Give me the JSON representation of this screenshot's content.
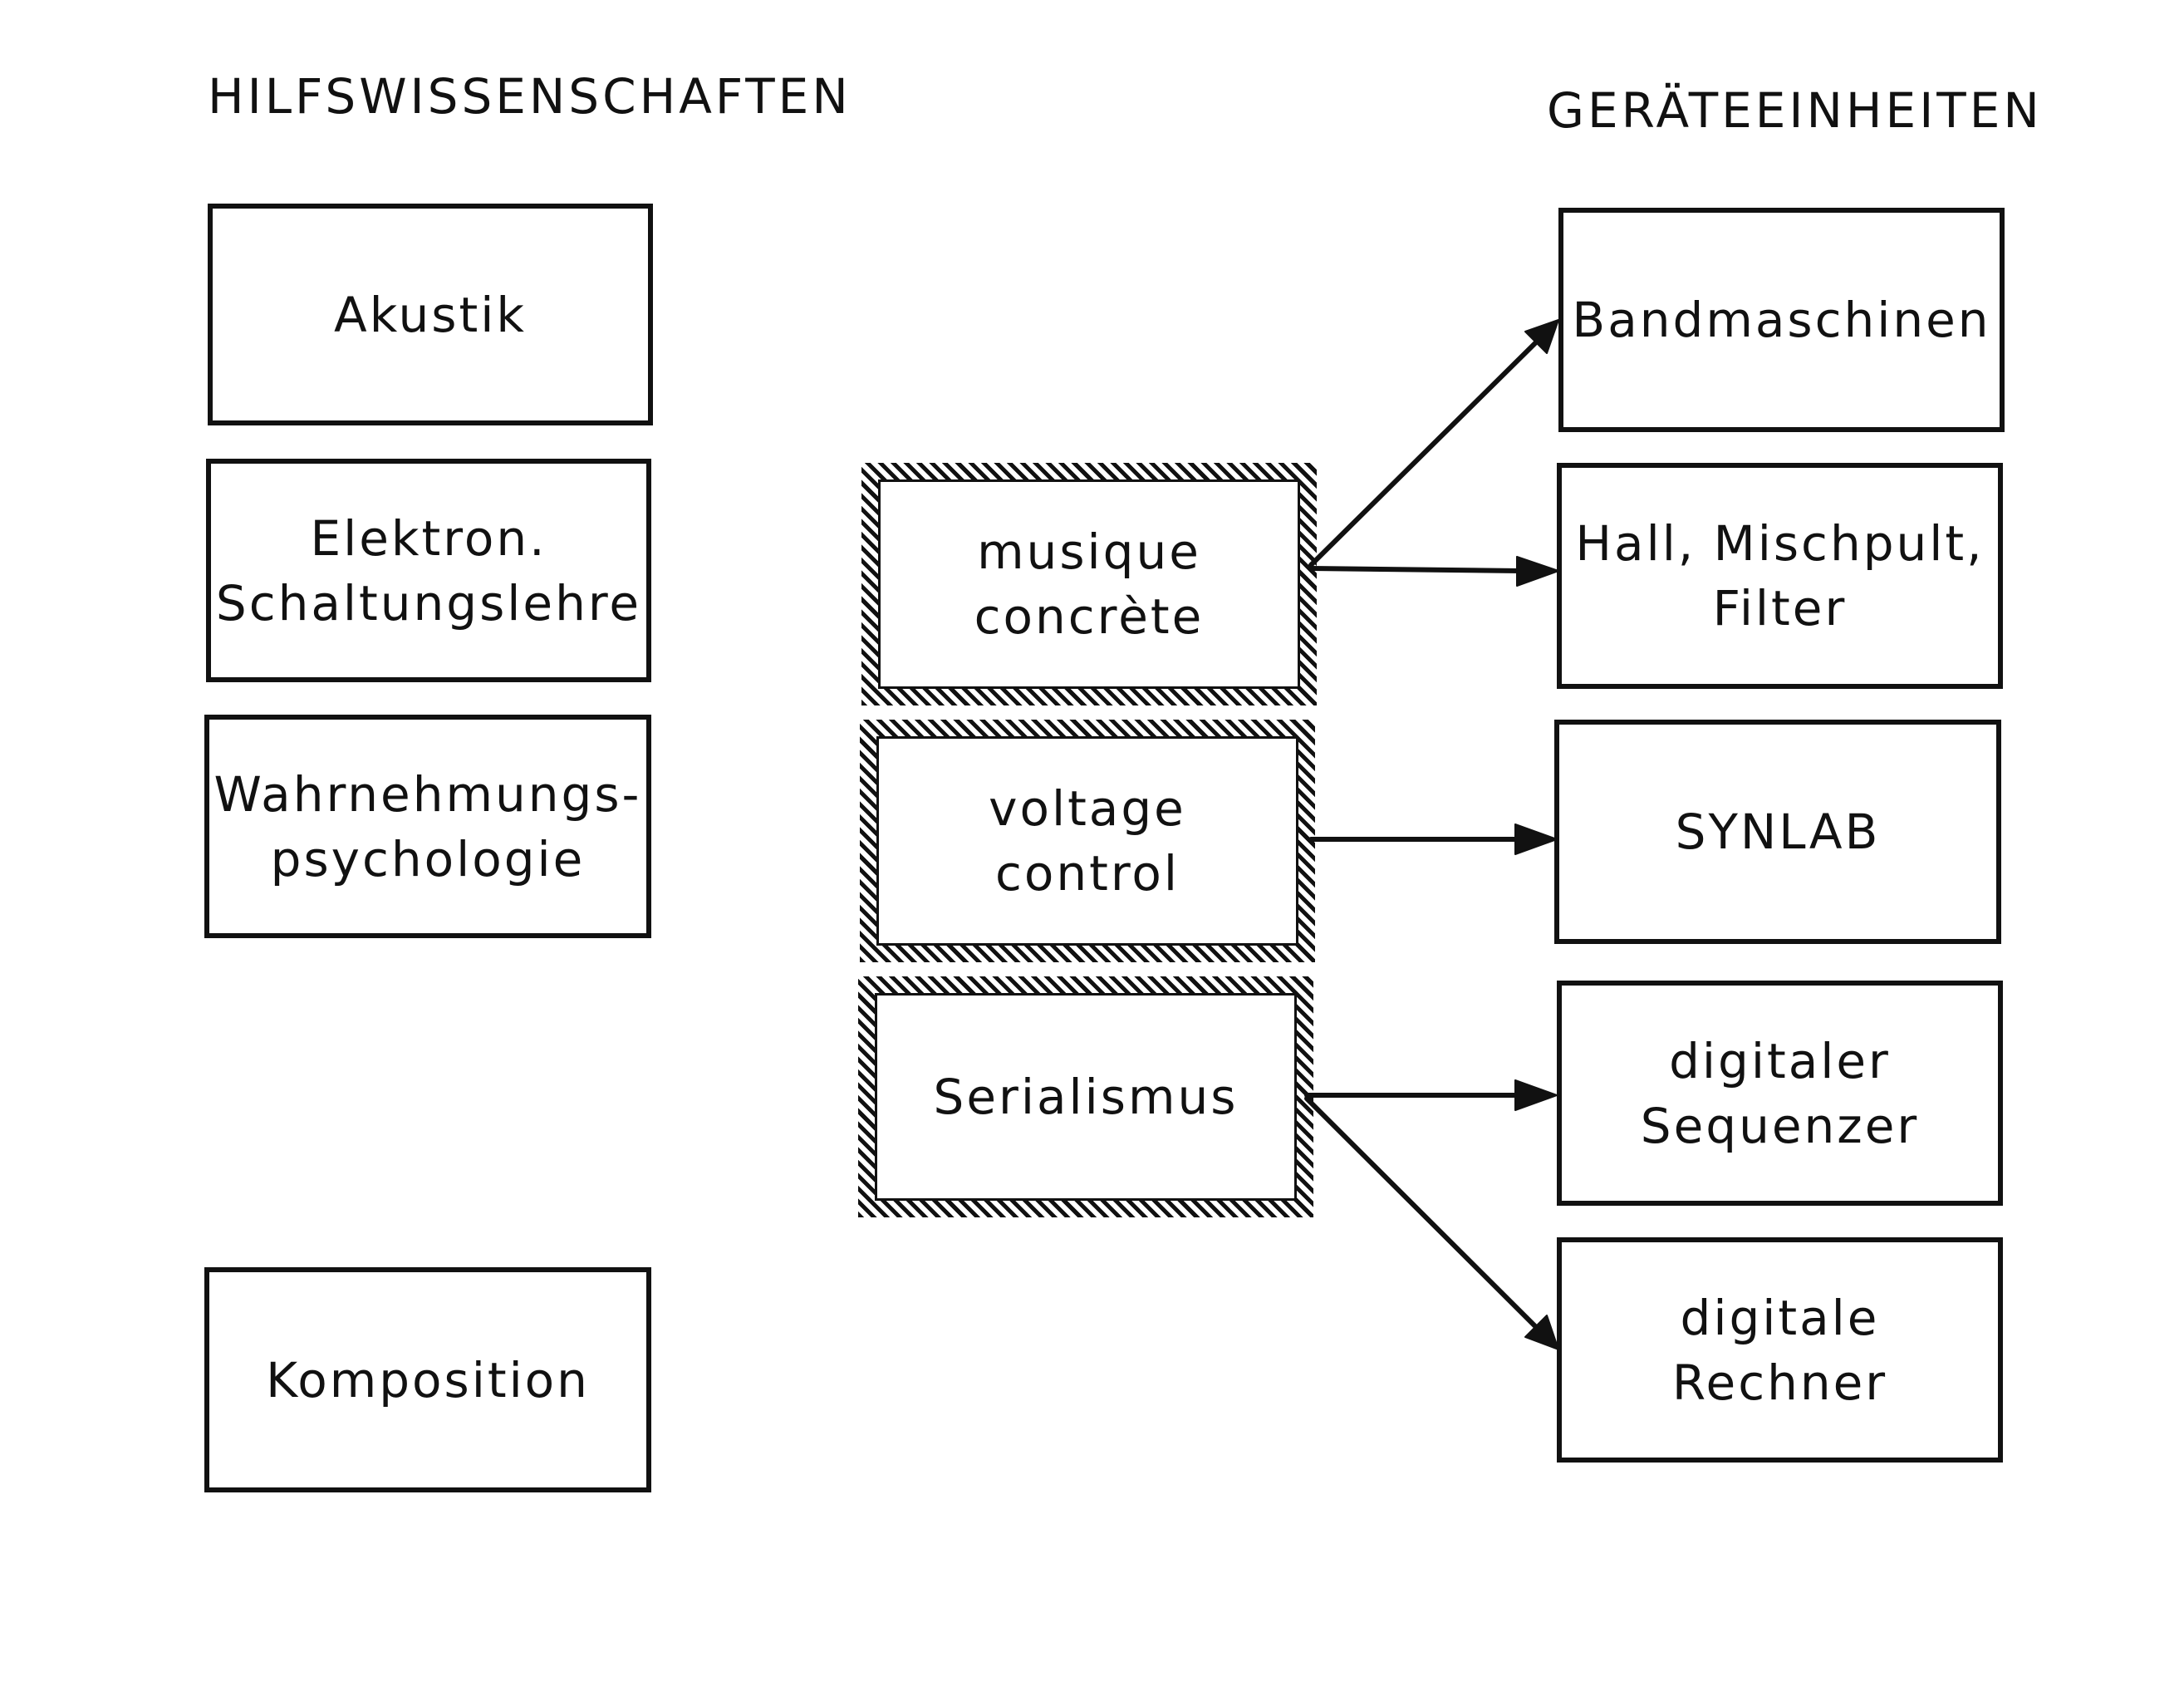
{
  "headings": {
    "left": "HILFSWISSENSCHAFTEN",
    "right": "GERÄTEEINHEITEN"
  },
  "left_boxes": [
    {
      "lines": [
        "Akustik"
      ]
    },
    {
      "lines": [
        "Elektron.",
        "Schaltungslehre"
      ]
    },
    {
      "lines": [
        "Wahrnehmungs-",
        "psychologie"
      ]
    },
    {
      "lines": [
        "Komposition"
      ]
    }
  ],
  "middle_boxes": [
    {
      "lines": [
        "musique",
        "concrète"
      ]
    },
    {
      "lines": [
        "voltage",
        "control"
      ]
    },
    {
      "lines": [
        "Serialismus"
      ]
    }
  ],
  "right_boxes": [
    {
      "lines": [
        "Bandmaschinen"
      ]
    },
    {
      "lines": [
        "Hall, Mischpult,",
        "Filter"
      ]
    },
    {
      "lines": [
        "SYNLAB"
      ]
    },
    {
      "lines": [
        "digitaler",
        "Sequenzer"
      ]
    },
    {
      "lines": [
        "digitale",
        "Rechner"
      ]
    }
  ],
  "connections": [
    {
      "from": "musique concrète",
      "to": "Bandmaschinen"
    },
    {
      "from": "musique concrète",
      "to": "Hall, Mischpult, Filter"
    },
    {
      "from": "voltage control",
      "to": "SYNLAB"
    },
    {
      "from": "Serialismus",
      "to": "digitaler Sequenzer"
    },
    {
      "from": "Serialismus",
      "to": "digitale Rechner"
    }
  ]
}
